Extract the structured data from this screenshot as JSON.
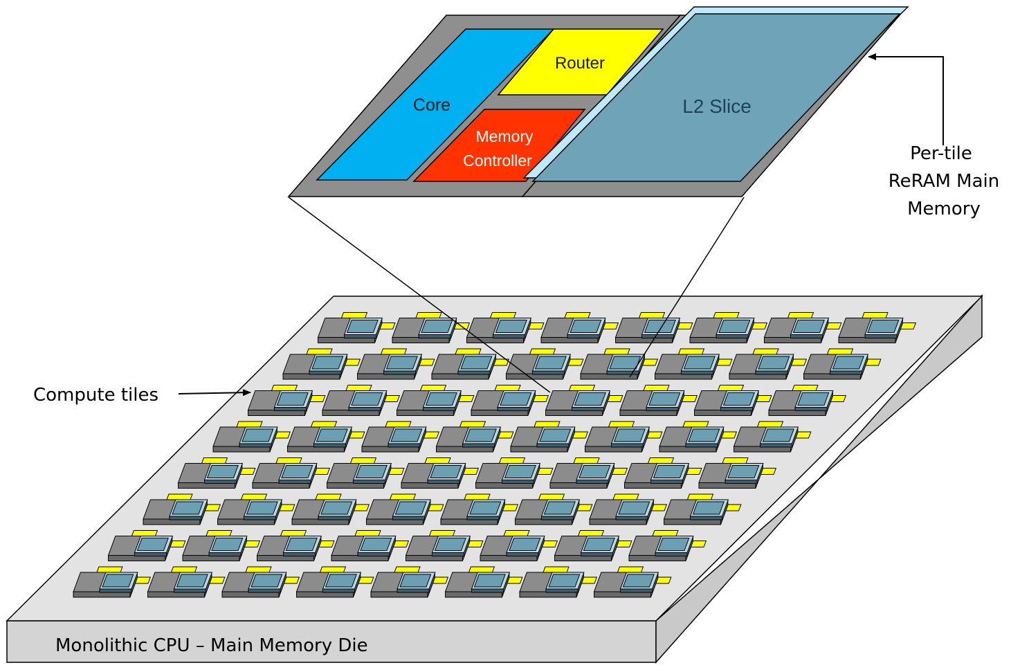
{
  "diagram": {
    "tile_blowup": {
      "core_label": "Core",
      "router_label": "Router",
      "memctrl_label_line1": "Memory",
      "memctrl_label_line2": "Controller",
      "l2_label": "L2 Slice"
    },
    "annotations": {
      "reram_line1": "Per-tile",
      "reram_line2": "ReRAM Main",
      "reram_line3": "Memory",
      "compute_tiles": "Compute tiles",
      "die_label": "Monolithic CPU – Main Memory Die"
    },
    "grid": {
      "rows": 8,
      "cols": 8
    },
    "colors": {
      "core": "#00b0f0",
      "router": "#ffff00",
      "memctrl": "#ff3300",
      "l2": "#6fa4b8",
      "l2_sheet": "#bde9fb",
      "frame": "#7f7f7f",
      "die_top": "#e3e3e3",
      "die_side": "#d4d4d4",
      "tile_gray": "#8c8c8c",
      "tile_blue": "#6d9fb3",
      "link_yellow": "#ffff00"
    }
  }
}
